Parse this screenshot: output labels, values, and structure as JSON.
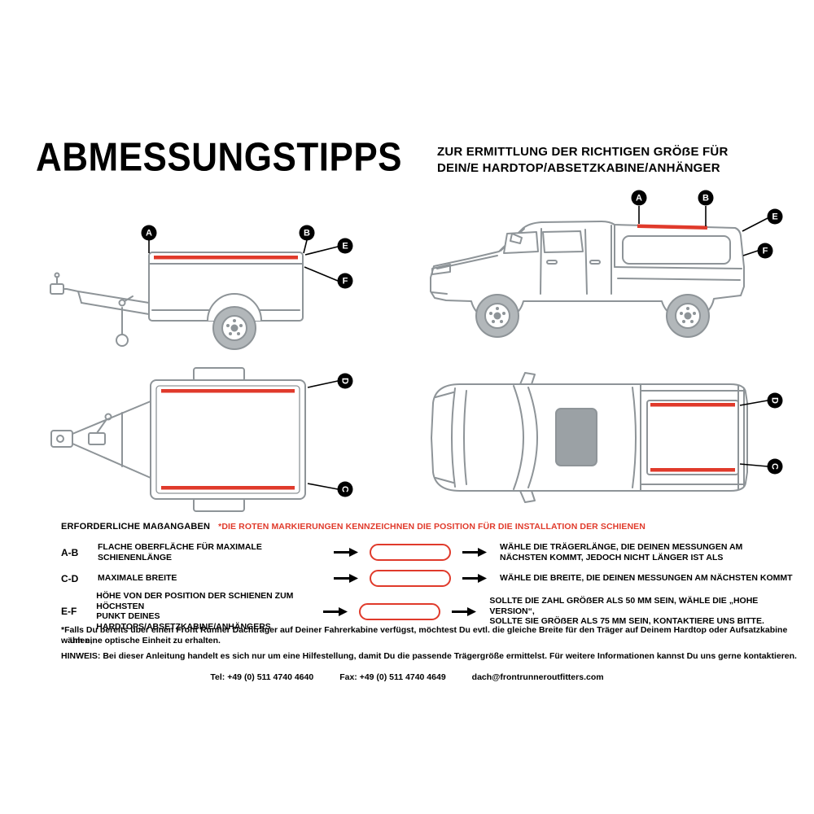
{
  "page": {
    "title": "ABMESSUNGSTIPPS",
    "subtitle_line1": "ZUR ERMITTLUNG DER RICHTIGEN GRÖẞE FÜR",
    "subtitle_line2": "DEIN/E HARDTOP/ABSETZKABINE/ANHÄNGER"
  },
  "diagrams": {
    "trailer_side": {
      "badges": [
        "A",
        "B",
        "E",
        "F"
      ]
    },
    "truck_side": {
      "badges": [
        "A",
        "B",
        "E",
        "F"
      ]
    },
    "trailer_top": {
      "badges": [
        "D",
        "C"
      ]
    },
    "truck_top": {
      "badges": [
        "D",
        "C"
      ]
    }
  },
  "measurements": {
    "section_title": "ERFORDERLICHE MAẞANGABEN",
    "legend_note": "*DIE ROTEN MARKIERUNGEN KENNZEICHNEN DIE POSITION FÜR DIE INSTALLATION DER SCHIENEN",
    "rows": [
      {
        "key": "A-B",
        "desc": [
          "FLACHE OBERFLÄCHE FÜR MAXIMALE SCHIENENLÄNGE"
        ],
        "result": [
          "WÄHLE DIE TRÄGERLÄNGE, DIE DEINEN MESSUNGEN AM",
          "NÄCHSTEN KOMMT, JEDOCH NICHT LÄNGER IST ALS"
        ]
      },
      {
        "key": "C-D",
        "desc": [
          "MAXIMALE BREITE"
        ],
        "result": [
          "WÄHLE DIE BREITE, DIE DEINEN MESSUNGEN AM NÄCHSTEN KOMMT"
        ]
      },
      {
        "key": "E-F",
        "desc": [
          "HÖHE VON DER POSITION DER SCHIENEN ZUM HÖCHSTEN",
          "PUNKT DEINES HARDTOPS/ABSETZKABINE/ANHÄNGERS"
        ],
        "result": [
          "SOLLTE DIE ZAHL GRÖẞER ALS 50 MM SEIN, WÄHLE DIE „HOHE VERSION“,",
          "SOLLTE SIE GRÖẞER ALS 75 MM SEIN, KONTAKTIERE UNS BITTE."
        ]
      }
    ]
  },
  "notes": {
    "footnote_line1": "*Falls Du bereits über einen Front Runner Dachträger auf Deiner Fahrerkabine verfügst, möchtest Du evtl. die gleiche Breite für den Träger auf Deinem Hardtop oder Aufsatzkabine wählen,",
    "footnote_line2": "um eine optische Einheit zu erhalten.",
    "hinweis": "HINWEIS: Bei dieser Anleitung handelt es sich nur um eine Hilfestellung, damit Du die passende Trägergröße ermittelst. Für weitere Informationen kannst Du uns gerne kontaktieren."
  },
  "contact": {
    "tel": "Tel: +49 (0) 511 4740 4640",
    "fax": "Fax: +49 (0) 511 4740 4649",
    "email": "dach@frontrunneroutfitters.com"
  },
  "colors": {
    "rail_marking_red": "#E03A2B",
    "ink": "#000000",
    "line_art_gray": "#8E9498"
  }
}
